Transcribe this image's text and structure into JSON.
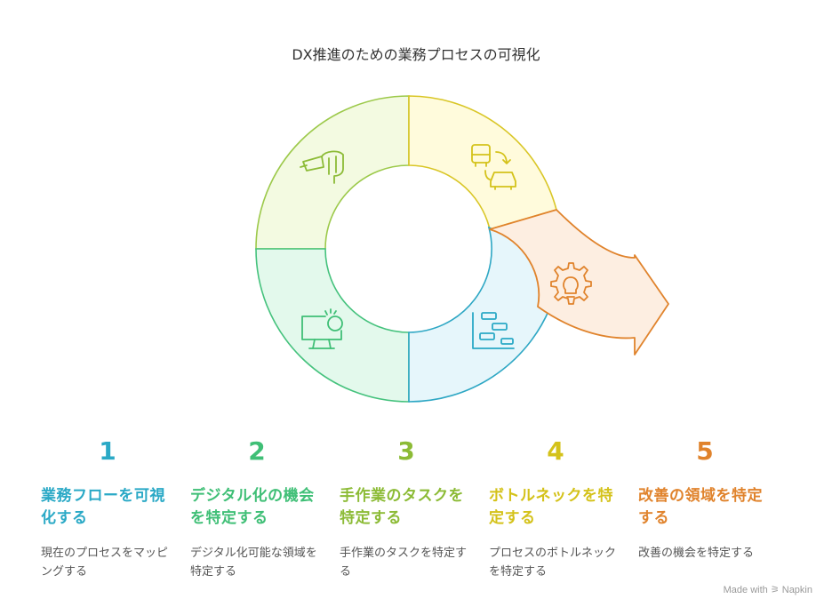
{
  "title": "DX推進のための業務プロセスの可視化",
  "colors": {
    "step1": "#2aa9c6",
    "step2": "#3fbf76",
    "step3": "#8cbb36",
    "step4": "#d4c21a",
    "step5": "#e0832c"
  },
  "steps": [
    {
      "number": "1",
      "heading": "業務フローを可視化する",
      "description": "現在のプロセスをマッピングする",
      "icon": "computer-click-icon"
    },
    {
      "number": "2",
      "heading": "デジタル化の機会を特定する",
      "description": "デジタル化可能な領域を特定する",
      "icon": "hand-pen-icon"
    },
    {
      "number": "3",
      "heading": "手作業のタスクを特定する",
      "description": "手作業のタスクを特定する",
      "icon": "transport-swap-icon"
    },
    {
      "number": "4",
      "heading": "ボトルネックを特定する",
      "description": "プロセスのボトルネックを特定する",
      "icon": "gantt-chart-icon"
    },
    {
      "number": "5",
      "heading": "改善の領域を特定する",
      "description": "改善の機会を特定する",
      "icon": "gear-bulb-icon"
    }
  ],
  "branding": "Made with ⚞ Napkin"
}
